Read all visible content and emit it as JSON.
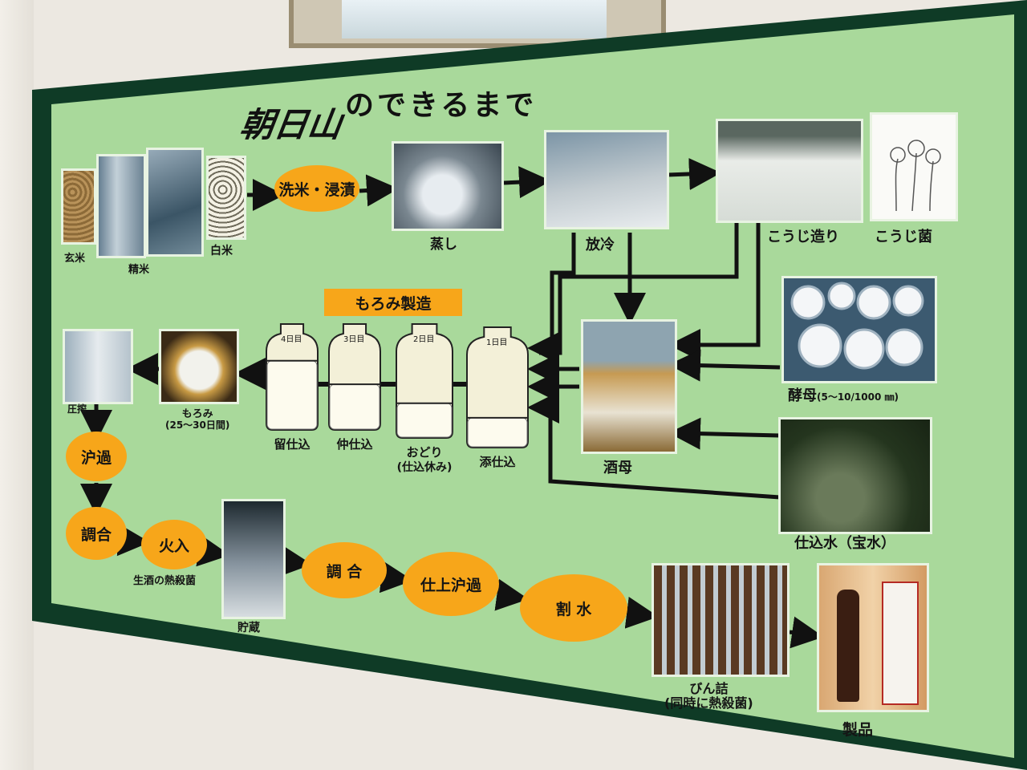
{
  "title": {
    "logo": "朝日山",
    "rest": "のできるまで"
  },
  "photo_labels": {
    "genmai": "玄米",
    "seimai": "精米",
    "hakumai": "白米",
    "mushi": "蒸し",
    "horei": "放冷",
    "koji_zukuri": "こうじ造り",
    "koji_kin": "こうじ菌",
    "kobo": "酵母",
    "kobo_size": "(5～10/1000 ㎜)",
    "shubo": "酒母",
    "shikomi_mizu": "仕込水（宝水）",
    "assaku": "圧搾",
    "moromi": "もろみ",
    "moromi_days": "(25～30日間)",
    "chozo": "貯蔵",
    "binzume": "びん詰",
    "binzume_note": "(同時に熱殺菌)",
    "seihin": "製品",
    "namazake_note": "生酒の熱殺菌"
  },
  "steps": {
    "senmai": "洗米・浸漬",
    "roka": "沪過",
    "chogo1": "調合",
    "hiire": "火入",
    "chogo2": "調 合",
    "shiage_roka": "仕上沪過",
    "warimizu": "割 水"
  },
  "moromi_section": {
    "heading": "もろみ製造",
    "tanks": [
      {
        "day": "4日目",
        "name": "留仕込",
        "fill": 0.88
      },
      {
        "day": "3日目",
        "name": "仲仕込",
        "fill": 0.58
      },
      {
        "day": "2日目",
        "name": "おどり",
        "sub": "(仕込休み)",
        "fill": 0.4
      },
      {
        "day": "1日目",
        "name": "添仕込",
        "fill": 0.32
      }
    ]
  },
  "colors": {
    "board": "#a9d99b",
    "frame": "#0f3b26",
    "oval": "#f7a61a",
    "arrow": "#111111"
  }
}
